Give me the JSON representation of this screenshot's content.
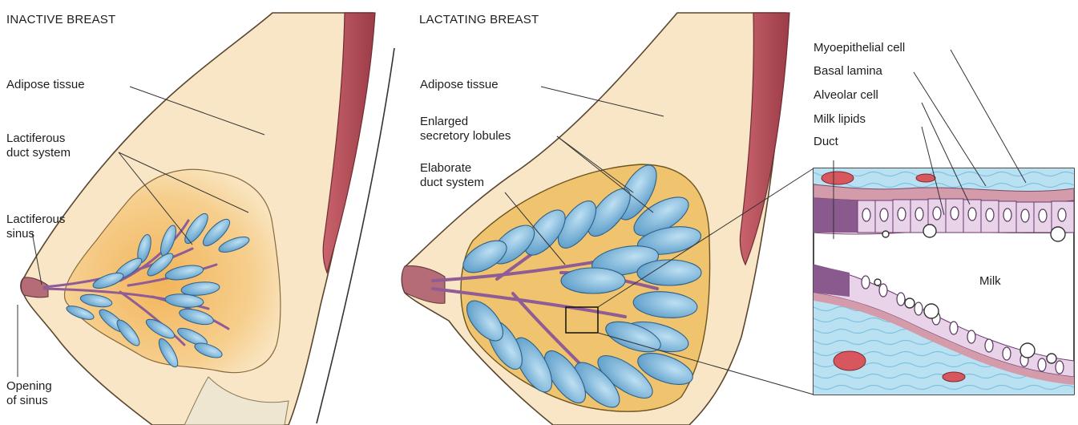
{
  "inactive": {
    "title": "INACTIVE BREAST",
    "labels": {
      "adipose": "Adipose tissue",
      "duct_system": "Lactiferous\nduct system",
      "sinus": "Lactiferous\nsinus",
      "opening": "Opening\nof sinus"
    }
  },
  "lactating": {
    "title": "LACTATING BREAST",
    "labels": {
      "adipose": "Adipose tissue",
      "lobules": "Enlarged\nsecretory lobules",
      "duct_system": "Elaborate\nduct system"
    }
  },
  "detail": {
    "labels": {
      "myoepithelial": "Myoepithelial cell",
      "basal_lamina": "Basal lamina",
      "alveolar": "Alveolar cell",
      "milk_lipids": "Milk lipids",
      "duct": "Duct",
      "milk": "Milk"
    }
  },
  "colors": {
    "background": "#000000",
    "panel": "#ffffff",
    "skin": "#f7e6c8",
    "muscle": "#b8545f",
    "gland": "#f0b75a",
    "lobule": "#7fb7da",
    "duct": "#9b6aa0",
    "connective": "#a8d6ec",
    "cell": "#e9d6e9"
  }
}
